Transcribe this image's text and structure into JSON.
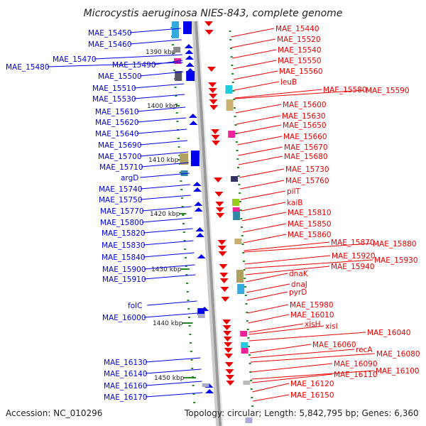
{
  "title": "Microcystis aeruginosa NIES-843, complete genome",
  "accession": "Accession: NC_010296",
  "summary": "Topology: circular; Length: 5,842,795 bp; Genes: 6,360",
  "scale_ticks": [
    "1390 kbp",
    "1400 kbp",
    "1410 kbp",
    "1420 kbp",
    "1430 kbp",
    "1440 kbp",
    "1450 kbp"
  ],
  "left_labels": [
    "MAE_15450",
    "MAE_15460",
    "MAE_15470",
    "MAE_15480",
    "MAE_15490",
    "MAE_15500",
    "MAE_15510",
    "MAE_15530",
    "MAE_15610",
    "MAE_15620",
    "MAE_15640",
    "MAE_15690",
    "MAE_15700",
    "MAE_15710",
    "argD",
    "MAE_15740",
    "MAE_15750",
    "MAE_15770",
    "MAE_15800",
    "MAE_15820",
    "MAE_15830",
    "MAE_15840",
    "MAE_15900",
    "MAE_15910",
    "folC",
    "MAE_16000",
    "MAE_16130",
    "MAE_16140",
    "MAE_16160",
    "MAE_16170"
  ],
  "right_labels": [
    "MAE_15440",
    "MAE_15520",
    "MAE_15540",
    "MAE_15550",
    "MAE_15560",
    "leuB",
    "MAE_15580",
    "MAE_15590",
    "MAE_15600",
    "MAE_15630",
    "MAE_15650",
    "MAE_15660",
    "MAE_15670",
    "MAE_15680",
    "MAE_15730",
    "MAE_15760",
    "pilT",
    "kaiB",
    "MAE_15810",
    "MAE_15850",
    "MAE_15860",
    "MAE_15870",
    "MAE_15880",
    "MAE_15920",
    "MAE_15930",
    "MAE_15940",
    "dnaK",
    "dnaJ",
    "pyrD",
    "MAE_15980",
    "MAE_16010",
    "xisH",
    "xisI",
    "MAE_16040",
    "MAE_16060",
    "recA",
    "MAE_16080",
    "MAE_16090",
    "MAE_16100",
    "MAE_16110",
    "MAE_16120",
    "MAE_16150"
  ],
  "colors": {
    "left_strand": "#0000ee",
    "right_strand": "#ee0000",
    "backbone": "#999999",
    "tick": "#228822"
  }
}
